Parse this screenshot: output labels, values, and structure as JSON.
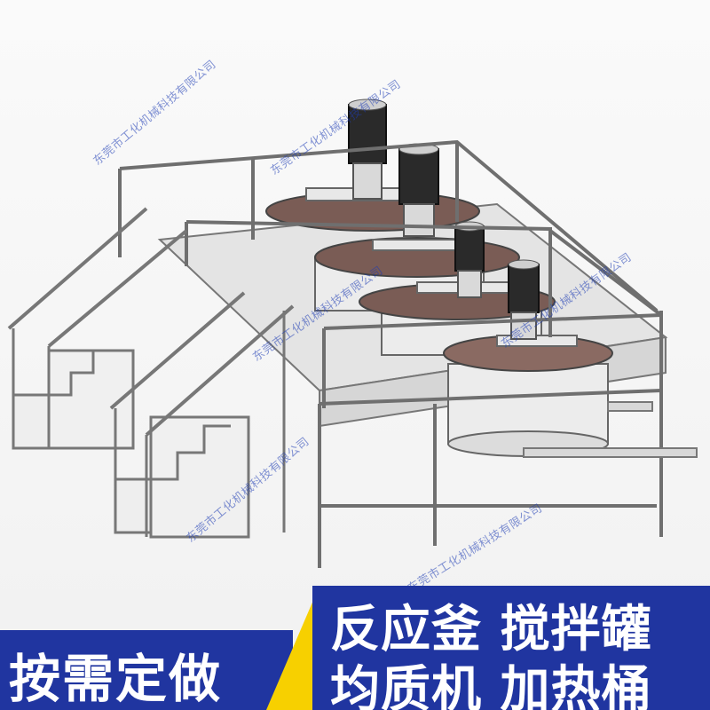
{
  "watermark": {
    "text": "东莞市工化机械科技有限公司"
  },
  "banner": {
    "left_text": "按需定做",
    "line1": "反应釜 搅拌罐",
    "line2": "均质机 加热桶"
  },
  "colors": {
    "banner_blue": "#2035a0",
    "banner_yellow": "#f7d000",
    "frame": "#6f6f6f",
    "tank_lid": "#7a5c55",
    "motor": "#2a2a2a"
  }
}
